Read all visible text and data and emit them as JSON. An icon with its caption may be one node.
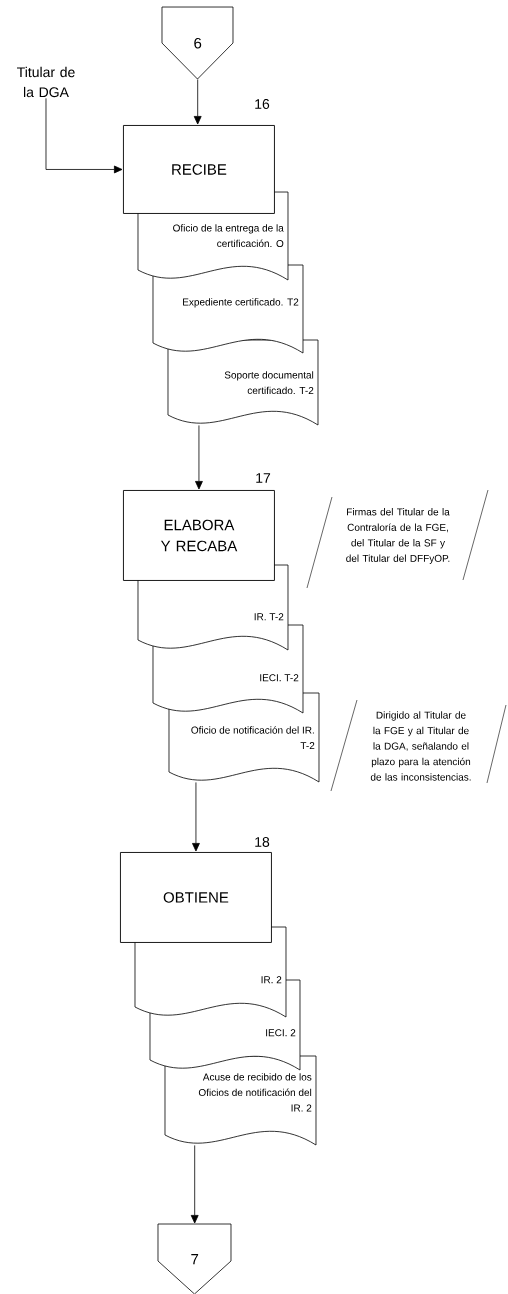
{
  "diagram": {
    "nodes": [
      {
        "text": [
          "6"
        ]
      },
      {
        "text": [
          "Titular de la DGA"
        ]
      },
      {
        "text": [
          "RECIBE"
        ],
        "beside": [
          "16"
        ]
      },
      {
        "text": [
          "Oficio de la entrega de la certificación. O"
        ]
      },
      {
        "text": [
          "Expediente certificado. T2"
        ]
      },
      {
        "text": [
          "Soporte documental certificado. T-2"
        ]
      },
      {
        "text": [
          "ELABORA Y RECABA"
        ],
        "beside": [
          "17"
        ]
      },
      {
        "text": [
          "IR. T-2"
        ]
      },
      {
        "text": [
          "IECI. T-2"
        ]
      },
      {
        "text": [
          "Oficio de notificación del IR. T-2"
        ]
      },
      {
        "text": [
          "Firmas del Titular de la Contraloría de la FGE, del Titular de la SF y del Titular del DFFyOP."
        ]
      },
      {
        "text": [
          "Dirigido al Titular de la FGE y al Titular de la DGA, señalando el plazo para la atención de las inconsistencias."
        ]
      },
      {
        "text": [
          "OBTIENE"
        ],
        "beside": [
          "18"
        ]
      },
      {
        "text": [
          "IR. 2"
        ]
      },
      {
        "text": [
          "IECI. 2"
        ]
      },
      {
        "text": [
          "Acuse de recibido de los Oficios de notificación del IR. 2"
        ]
      },
      {
        "text": [
          "7"
        ]
      }
    ],
    "edges": [
      {
        "from": 0,
        "to": 2,
        "arrow": "to"
      },
      {
        "from": 1,
        "to": 2,
        "arrow": "to"
      },
      {
        "from": 5,
        "to": 6,
        "arrow": "to"
      },
      {
        "from": 9,
        "to": 12,
        "arrow": "to"
      },
      {
        "from": 15,
        "to": 16,
        "arrow": "to"
      }
    ]
  }
}
